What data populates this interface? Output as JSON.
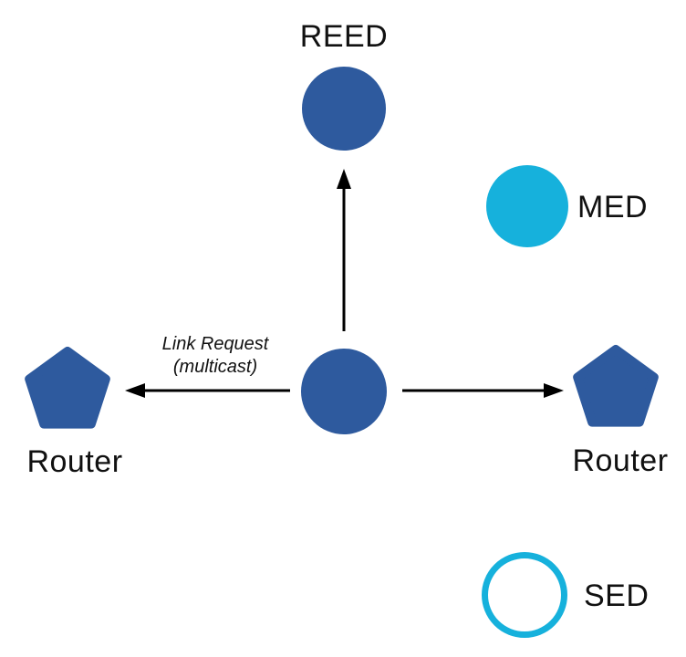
{
  "colors": {
    "background": "#ffffff",
    "node_blue": "#2e5a9e",
    "node_cyan": "#16b1dc",
    "arrow": "#000000",
    "text": "#111111"
  },
  "nodes": {
    "reed": {
      "label": "REED",
      "shape": "filled-circle",
      "fill": "#2e5a9e"
    },
    "med": {
      "label": "MED",
      "shape": "filled-circle",
      "fill": "#16b1dc"
    },
    "center": {
      "shape": "filled-circle",
      "fill": "#2e5a9e"
    },
    "router_left": {
      "label": "Router",
      "shape": "pentagon",
      "fill": "#2e5a9e"
    },
    "router_right": {
      "label": "Router",
      "shape": "pentagon",
      "fill": "#2e5a9e"
    },
    "sed": {
      "label": "SED",
      "shape": "outline-circle",
      "stroke": "#16b1dc",
      "fill": "#ffffff"
    }
  },
  "annotation": {
    "line1": "Link Request",
    "line2": "(multicast)"
  },
  "edges": [
    {
      "from": "center",
      "to": "reed",
      "style": "arrow"
    },
    {
      "from": "center",
      "to": "router_left",
      "style": "arrow",
      "label": "Link Request (multicast)"
    },
    {
      "from": "center",
      "to": "router_right",
      "style": "arrow"
    }
  ]
}
